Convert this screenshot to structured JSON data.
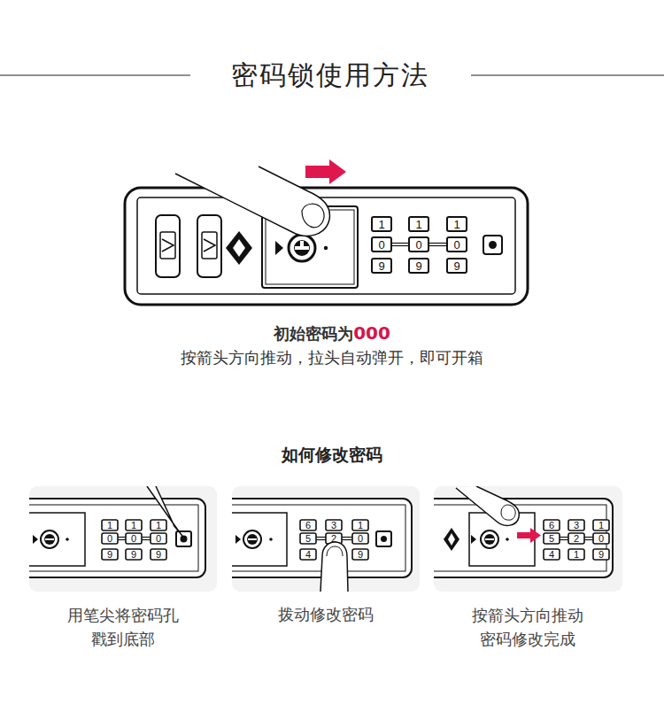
{
  "diagram": {
    "title": "密码锁使用方法",
    "labels": [
      "初始密码为",
      "000",
      "按箭头方向推动，拉头自动弹开，即可开箱",
      "如何修改密码",
      "用笔尖将密码孔 戳到底部",
      "拨动修改密码",
      "按箭头方向推动 密码修改完成",
      "1",
      "1",
      "1",
      "0",
      "0",
      "0",
      "9",
      "9",
      "9",
      "1",
      "1",
      "1",
      "0",
      "0",
      "0",
      "9",
      "9",
      "9",
      "6",
      "3",
      "1",
      "5",
      "2",
      "0",
      "4",
      "9",
      "6",
      "3",
      "1",
      "5",
      "2",
      "0",
      "4",
      "1",
      "9"
    ]
  }
}
